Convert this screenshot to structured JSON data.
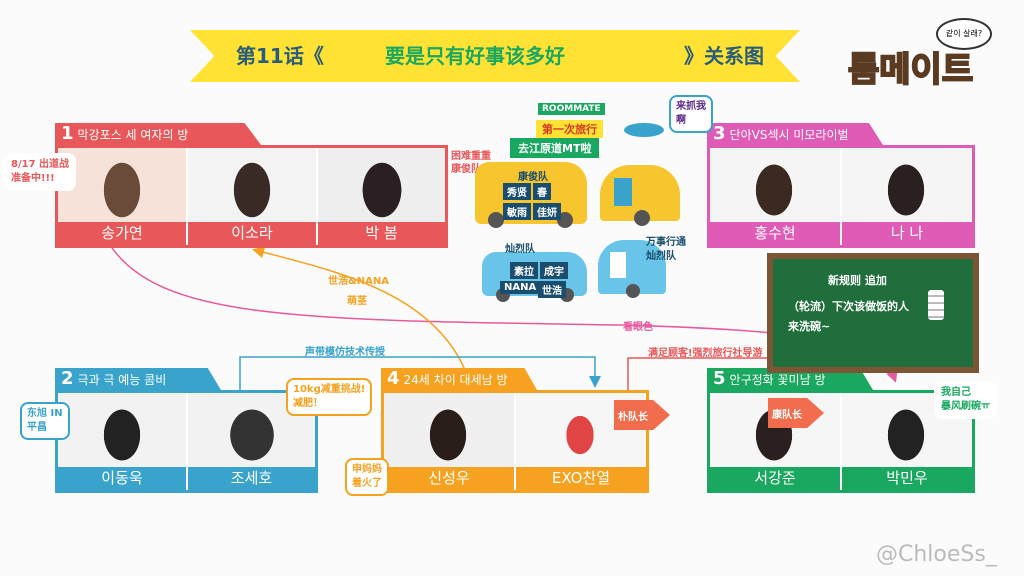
{
  "title": {
    "prefix": "第11话《",
    "main": "要是只有好事该多好",
    "suffix": "》关系图"
  },
  "logo": {
    "main": "룸메이트",
    "bubble": "같이 살래?"
  },
  "sections": [
    {
      "num": "1",
      "title": "막강포스 세 여자의 방",
      "color": "#e8585a",
      "members": [
        "송가연",
        "이소라",
        "박 봄"
      ]
    },
    {
      "num": "2",
      "title": "극과 극 예능 콤비",
      "color": "#3aa3cc",
      "members": [
        "이동욱",
        "조세호"
      ]
    },
    {
      "num": "3",
      "title": "단아VS섹시 미모라이벌",
      "color": "#df5bb5",
      "members": [
        "홍수현",
        "나 나"
      ]
    },
    {
      "num": "4",
      "title": "24세 차이 대세남 방",
      "color": "#f6a11f",
      "members": [
        "신성우",
        "EXO찬열"
      ]
    },
    {
      "num": "5",
      "title": "안구정화 꽃미남 방",
      "color": "#1aa760",
      "members": [
        "서강준",
        "박민우"
      ]
    }
  ],
  "notes": {
    "songgayeon": "8/17 出道战\n准备中!!!",
    "leedongwook": "东旭 IN\n平昌",
    "choseho": "10kg减重挑战!\n减肥！",
    "shinsungwoo": "申妈妈\n着火了",
    "parkminwoo": "我自己\n暴风刷碗ㅠ",
    "chase": "来抓我\n啊"
  },
  "labels": {
    "sehonana": "世浩&NANA",
    "sehonana2": "萌茎",
    "voice": "声带模仿技术传授",
    "kanseye": "看眼色",
    "travel": "满足顾客!强烈旅行社导游"
  },
  "flags": {
    "park": "朴队长",
    "kang": "康队长"
  },
  "trip": {
    "roommate": "ROOMMATE",
    "first": "第一次旅行",
    "dest": "去江原道MT啦",
    "hard": "困难重重\n康俊队",
    "team1": "康俊队",
    "team1_members": [
      "秀贤",
      "春",
      "敏雨",
      "佳妍"
    ],
    "team2": "灿烈队",
    "team2_members": [
      "素拉",
      "成宇",
      "NANA",
      "世浩"
    ],
    "team2_note": "万事行通\n灿烈队"
  },
  "board": {
    "l1": "新规则 追加",
    "l2": "（轮流）下次该做饭的人",
    "l3": "来洗碗~"
  },
  "watermark": "@ChloeSs_",
  "colors": {
    "banner": "#ffe233",
    "title": "#2a5d7a",
    "main": "#1aa760",
    "board": "#1f6e3b"
  }
}
